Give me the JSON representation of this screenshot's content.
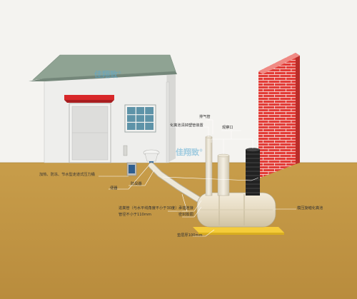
{
  "watermark": {
    "text": "佳翔致",
    "mark": "®"
  },
  "labels": {
    "toilet_upgrade": "化粪池清掉塑管装置",
    "vent_pipe": "排气管",
    "cleanout": "观察口",
    "pressure_tank": "加热、防冻、节水型走道式压力桶",
    "toilet": "便器",
    "odor_trap": "防臭器",
    "inlet_pipe": "进粪管（与水平线角度不小于30度）",
    "pipe_diameter": "管径不小于110mm",
    "socket_joint": "承插连接",
    "seal_ring": "密封胶圈",
    "septic_tank": "模压旋缠化粪池",
    "base_layer": "垫层厚100mm"
  },
  "colors": {
    "soil": "#c29745",
    "brick": "#e03a35",
    "tank": "#e9dfc9",
    "roof": "#8fa393",
    "awning": "#d8282a",
    "base": "#f5cc3a"
  }
}
